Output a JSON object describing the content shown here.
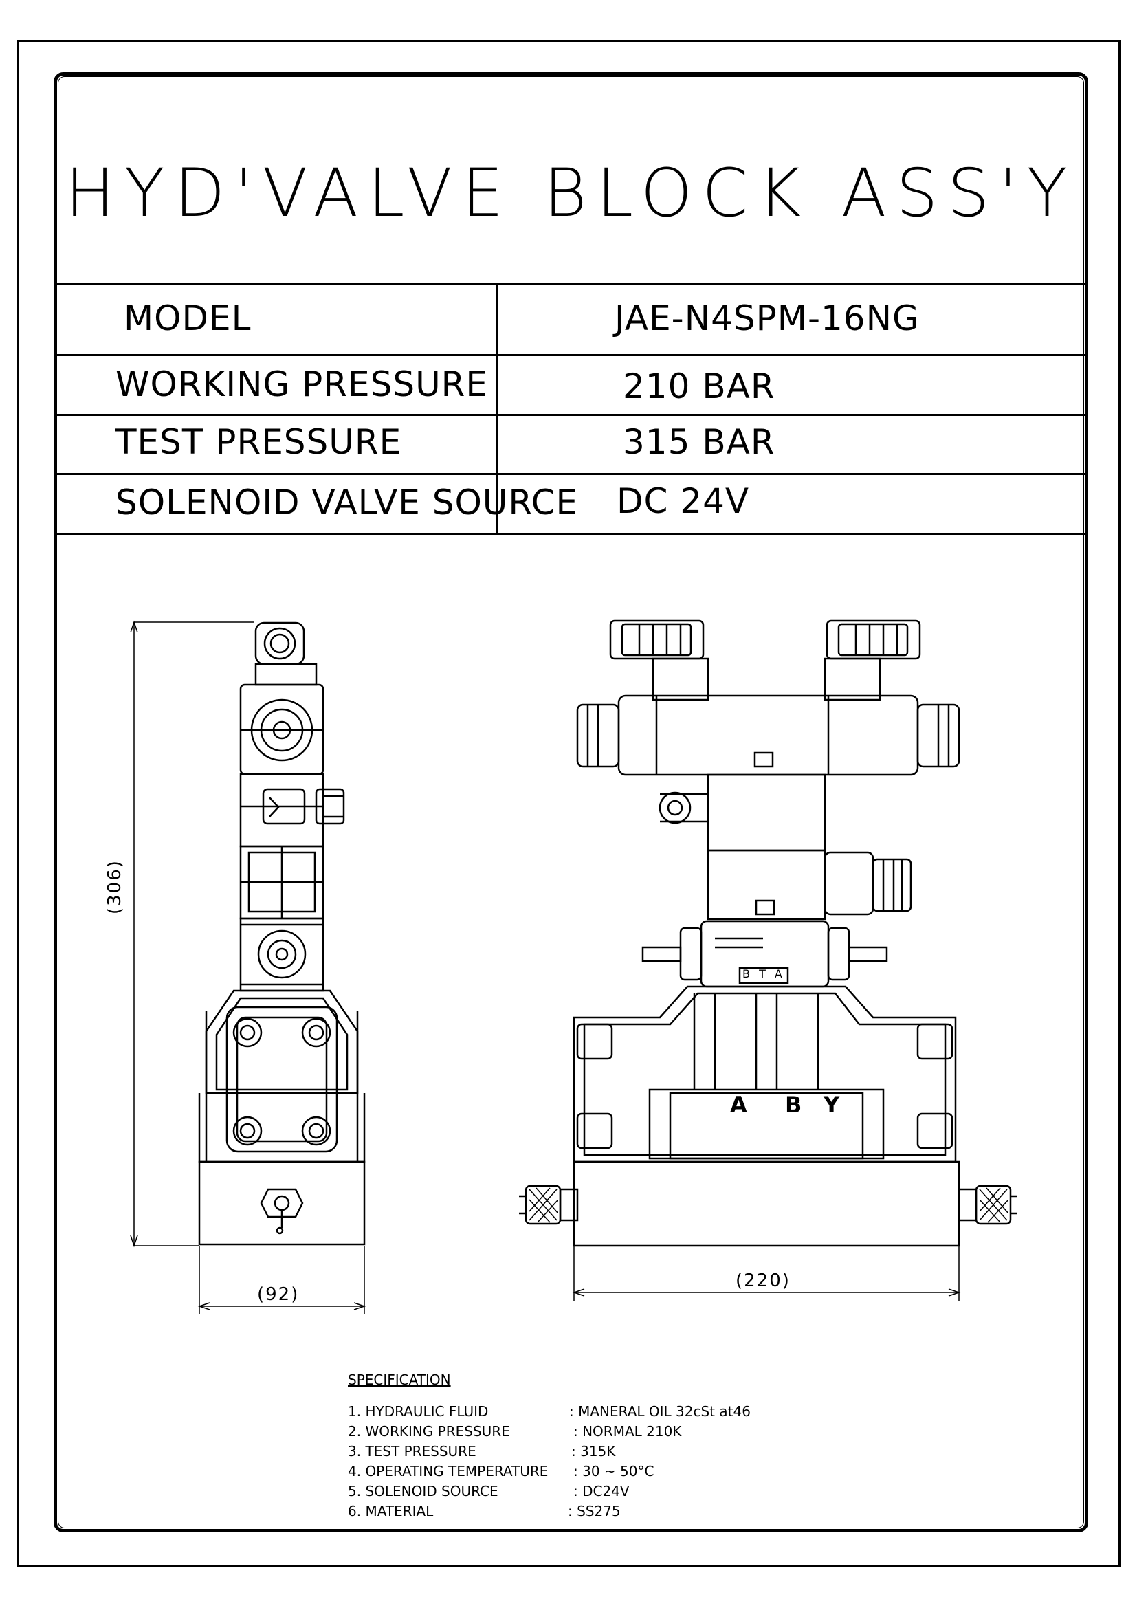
{
  "title": "HYD'VALVE BLOCK ASS'Y",
  "table": {
    "rows": [
      {
        "label": "MODEL",
        "value": "JAE-N4SPM-16NG"
      },
      {
        "label": "WORKING PRESSURE",
        "value": "210 BAR"
      },
      {
        "label": "TEST PRESSURE",
        "value": "315 BAR"
      },
      {
        "label": "SOLENOID VALVE SOURCE",
        "value": "DC 24V"
      }
    ]
  },
  "dimensions": {
    "height": "(306)",
    "side_width": "(92)",
    "front_width": "(220)"
  },
  "ports": {
    "block_label": "B T A",
    "a": "A",
    "b": "B",
    "y": "Y"
  },
  "specification": {
    "heading": "SPECIFICATION",
    "items": [
      {
        "key": "1. HYDRAULIC FLUID",
        "value": ": MANERAL OIL 32cSt at46"
      },
      {
        "key": "2. WORKING PRESSURE",
        "value": ": NORMAL 210K"
      },
      {
        "key": "3. TEST PRESSURE",
        "value": ": 315K"
      },
      {
        "key": "4. OPERATING TEMPERATURE",
        "value": ": 30 ~ 50°C"
      },
      {
        "key": "5. SOLENOID SOURCE",
        "value": ": DC24V"
      },
      {
        "key": "6. MATERIAL",
        "value": ": SS275"
      }
    ]
  }
}
